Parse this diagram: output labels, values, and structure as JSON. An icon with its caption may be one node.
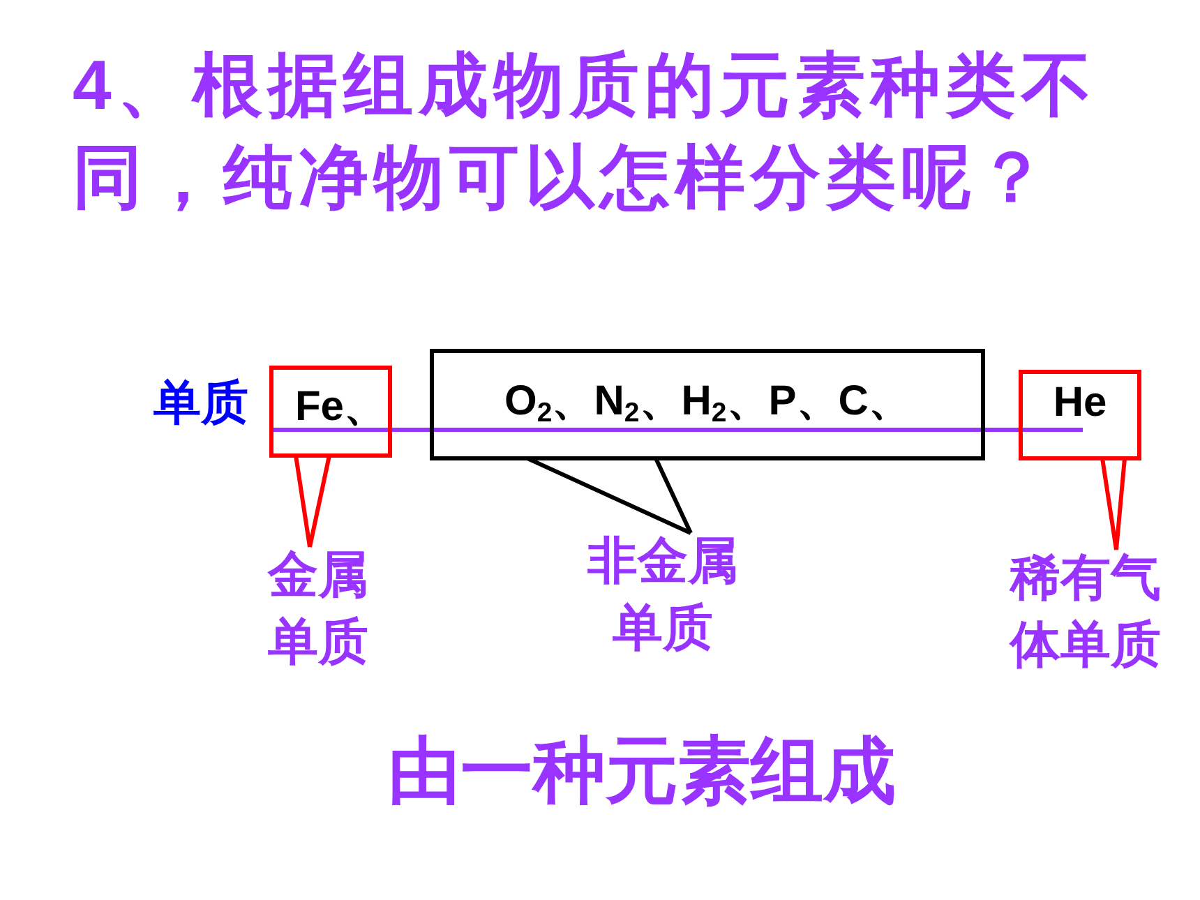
{
  "diagram": {
    "title": "4、根据组成物质的元素种类不同，纯净物可以怎样分类呢？",
    "nodes": [
      {
        "text": [
          "Fe、"
        ]
      },
      {
        "text": [
          "O$_{2}$、N$_{2}$、H$_{2}$、P、C、"
        ]
      },
      {
        "text": [
          "He"
        ]
      },
      {
        "text": [
          "金属单质"
        ]
      },
      {
        "text": [
          "非金属单质"
        ]
      },
      {
        "text": [
          "稀有气体单质"
        ]
      }
    ],
    "edges": [
      {
        "from": 0,
        "to": 3,
        "arrow": "none"
      },
      {
        "from": 1,
        "to": 4,
        "arrow": "none",
        "color": "#000000"
      },
      {
        "from": 2,
        "to": 5,
        "arrow": "none"
      }
    ],
    "labels": [
      "单质",
      "由一种元素组成"
    ]
  }
}
